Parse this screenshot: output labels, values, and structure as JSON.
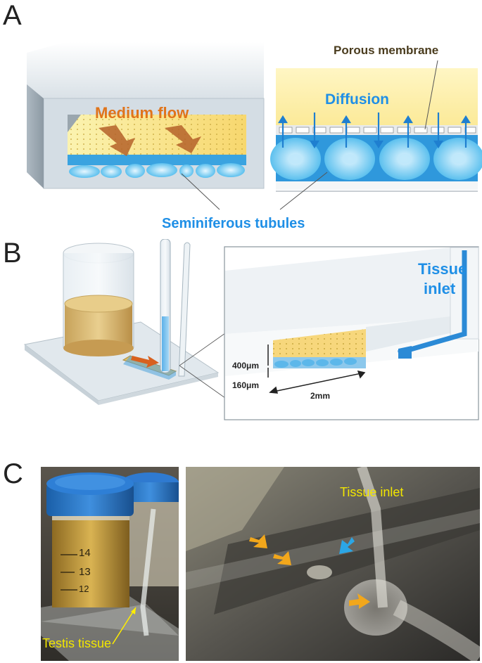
{
  "panels": {
    "a": {
      "letter": "A",
      "medium_flow": "Medium flow",
      "porous_membrane": "Porous membrane",
      "diffusion": "Diffusion",
      "seminiferous_tubules": "Seminiferous tubules"
    },
    "b": {
      "letter": "B",
      "tissue_inlet_line1": "Tissue",
      "tissue_inlet_line2": "inlet",
      "dim_height_top": "400μm",
      "dim_height_bottom": "160μm",
      "dim_width": "2mm"
    },
    "c": {
      "letter": "C",
      "testis_tissue": "Testis tissue",
      "tissue_inlet": "Tissue inlet",
      "vial_marks": [
        "14",
        "13",
        "12"
      ]
    }
  },
  "colors": {
    "blue_label": "#1f8fe6",
    "orange_label": "#e0741a",
    "yellow_label": "#f2e600",
    "medium_yellow": "#f7e98a",
    "tubule_blue": "#6cc7ef"
  }
}
